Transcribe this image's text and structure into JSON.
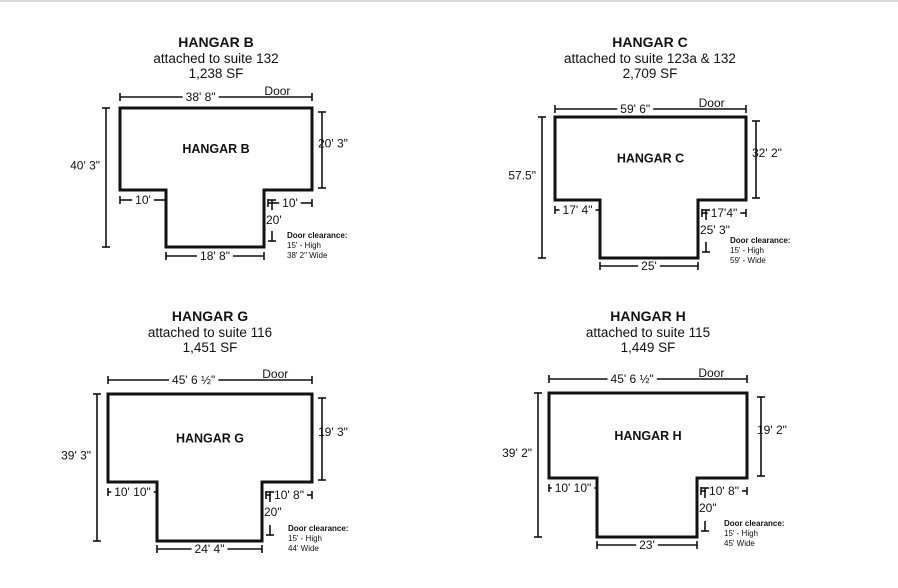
{
  "colors": {
    "ink": "#111111",
    "background": "#ffffff"
  },
  "door_word": "Door",
  "door_note": {
    "heading": "Door clearance:"
  },
  "hangars": [
    {
      "title": "HANGAR B",
      "attached": "attached to suite 132",
      "area": "1,238 SF",
      "label": "HANGAR B",
      "dims": {
        "top": "38' 8\"",
        "left": "40' 3\"",
        "right": "20' 3\"",
        "step_left": "10'",
        "step_right": "10'",
        "inner": "20'",
        "bottom": "18' 8\""
      },
      "door": {
        "high": "15' - High",
        "wide": "38' 2\" Wide"
      }
    },
    {
      "title": "HANGAR C",
      "attached": "attached to suite 123a & 132",
      "area": "2,709 SF",
      "label": "HANGAR C",
      "dims": {
        "top": "59' 6\"",
        "left": "57.5\"",
        "right": "32' 2\"",
        "step_left": "17' 4\"",
        "step_right": "17'4\"",
        "inner": "25' 3\"",
        "bottom": "25'"
      },
      "door": {
        "high": "15' - High",
        "wide": "59' - Wide"
      }
    },
    {
      "title": "HANGAR G",
      "attached": "attached to suite 116",
      "area": "1,451 SF",
      "label": "HANGAR G",
      "dims": {
        "top": "45' 6 ½\"",
        "left": "39' 3\"",
        "right": "19' 3\"",
        "step_left": "10' 10\"",
        "step_right": "10' 8\"",
        "inner": "20\"",
        "bottom": "24' 4\""
      },
      "door": {
        "high": "15' - High",
        "wide": "44' Wide"
      }
    },
    {
      "title": "HANGAR H",
      "attached": "attached to suite 115",
      "area": "1,449 SF",
      "label": "HANGAR H",
      "dims": {
        "top": "45' 6 ½\"",
        "left": "39' 2\"",
        "right": "19' 2\"",
        "step_left": "10' 10\"",
        "step_right": "10' 8\"",
        "inner": "20\"",
        "bottom": "23'"
      },
      "door": {
        "high": "15' - High",
        "wide": "45' Wide"
      }
    }
  ]
}
